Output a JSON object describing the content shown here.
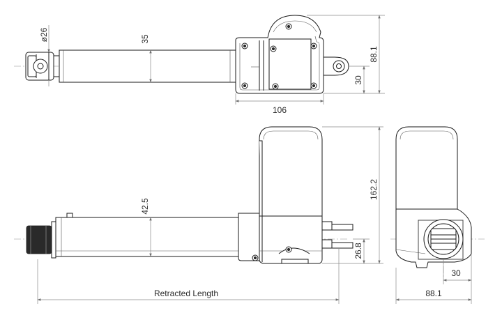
{
  "dimensions": {
    "top_rod_diameter": "ø26",
    "top_rod_height": "35",
    "top_height": "88.1",
    "top_eye_offset": "30",
    "top_width": "106",
    "front_rod_height": "42.5",
    "front_total_height": "162.2",
    "front_bracket_offset": "26.8",
    "retracted_length": "Retracted Length",
    "side_offset": "30",
    "side_width": "88.1"
  }
}
